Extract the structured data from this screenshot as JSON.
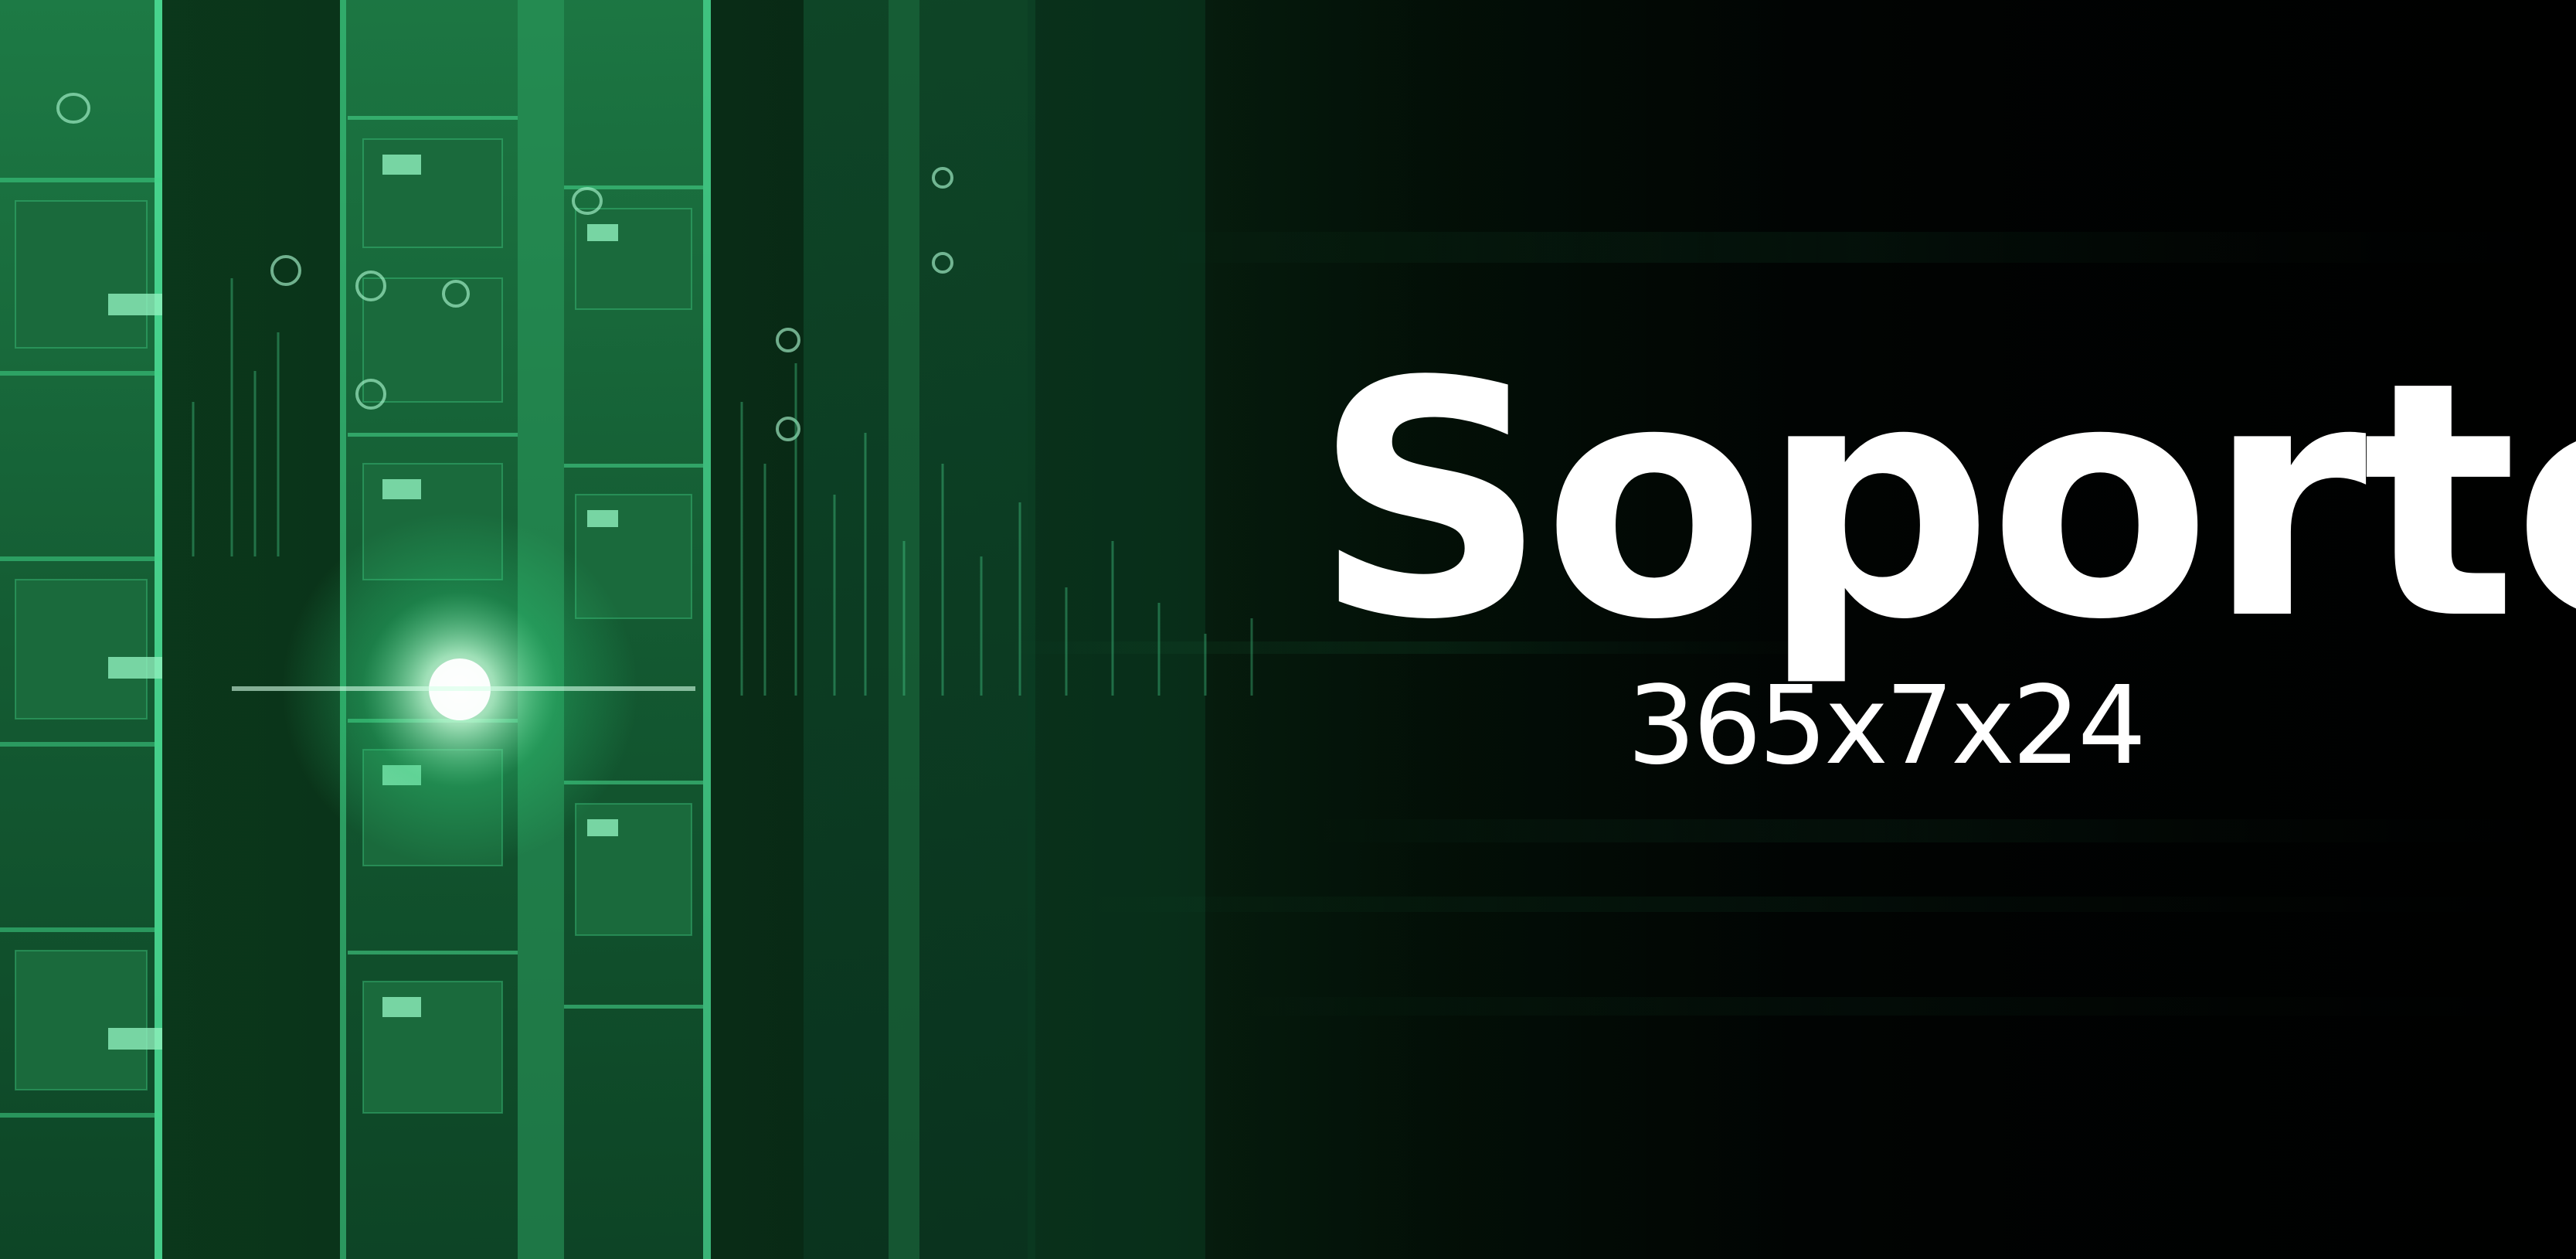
{
  "banner": {
    "title": "Soporte",
    "subtitle": "365x7x24",
    "colors": {
      "background_dark": "#010302",
      "server_green": "#2fcf7a",
      "deep_green": "#0b3a1c",
      "text": "#ffffff"
    },
    "background_image": "server-racks-illustration"
  }
}
